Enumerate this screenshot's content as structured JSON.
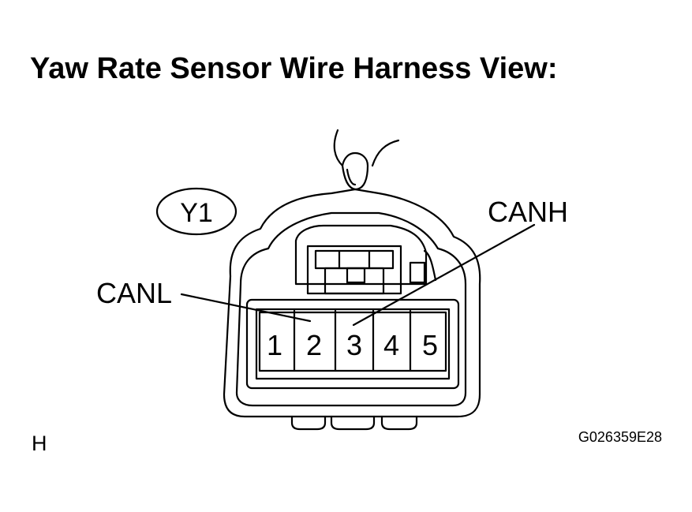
{
  "title": "Yaw Rate Sensor Wire Harness View:",
  "connector": {
    "id": "Y1",
    "pins": [
      "1",
      "2",
      "3",
      "4",
      "5"
    ]
  },
  "callouts": {
    "canl": "CANL",
    "canh": "CANH"
  },
  "footer": {
    "left": "H",
    "right": "G026359E28"
  }
}
